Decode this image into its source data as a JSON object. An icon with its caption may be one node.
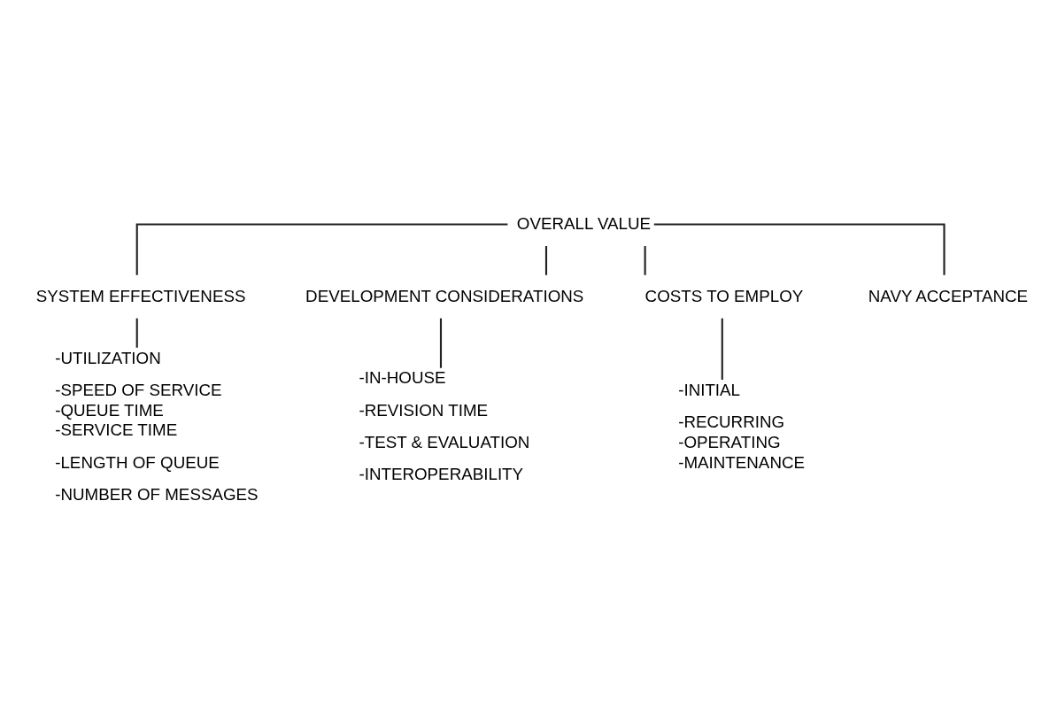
{
  "diagram": {
    "nodes": [
      {
        "text": [
          "OVERALL VALUE"
        ]
      },
      {
        "text": [
          "SYSTEM EFFECTIVENESS"
        ]
      },
      {
        "text": [
          "DEVELOPMENT CONSIDERATIONS"
        ]
      },
      {
        "text": [
          "COSTS TO EMPLOY"
        ]
      },
      {
        "text": [
          "NAVY ACCEPTANCE"
        ]
      },
      {
        "text": [
          "-UTILIZATION",
          "-SPEED OF SERVICE",
          "-QUEUE TIME",
          "-SERVICE TIME",
          "-LENGTH OF QUEUE",
          "-NUMBER OF MESSAGES"
        ]
      },
      {
        "text": [
          "-IN-HOUSE",
          "-REVISION TIME",
          "-TEST & EVALUATION",
          "-INTEROPERABILITY"
        ]
      },
      {
        "text": [
          "-INITIAL",
          "-RECURRING",
          "-OPERATING",
          "-MAINTENANCE"
        ]
      }
    ],
    "edges": [
      {
        "from": 0,
        "to": 1,
        "arrow": "none"
      },
      {
        "from": 0,
        "to": 2,
        "arrow": "none"
      },
      {
        "from": 0,
        "to": 3,
        "arrow": "none"
      },
      {
        "from": 0,
        "to": 4,
        "arrow": "none"
      },
      {
        "from": 1,
        "to": 5,
        "arrow": "none"
      },
      {
        "from": 2,
        "to": 6,
        "arrow": "none"
      },
      {
        "from": 3,
        "to": 7,
        "arrow": "none"
      }
    ]
  }
}
